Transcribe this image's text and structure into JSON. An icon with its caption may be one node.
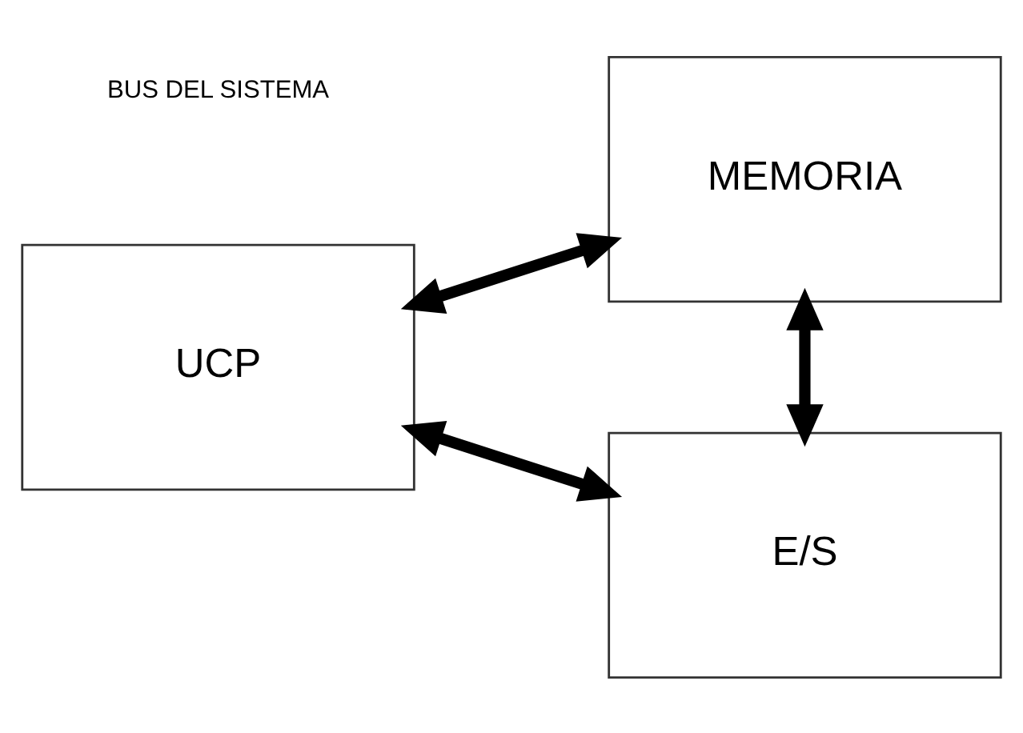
{
  "diagram": {
    "nodes": [
      {
        "text": [
          "MEMORIA"
        ]
      },
      {
        "text": [
          "UCP"
        ]
      },
      {
        "text": [
          "E/S"
        ]
      }
    ],
    "edges": [
      {
        "from": 1,
        "to": 0,
        "arrow": "both"
      },
      {
        "from": 1,
        "to": 2,
        "arrow": "both"
      },
      {
        "from": 0,
        "to": 2,
        "arrow": "both"
      }
    ],
    "labels": [
      "BUS DEL SISTEMA"
    ]
  }
}
